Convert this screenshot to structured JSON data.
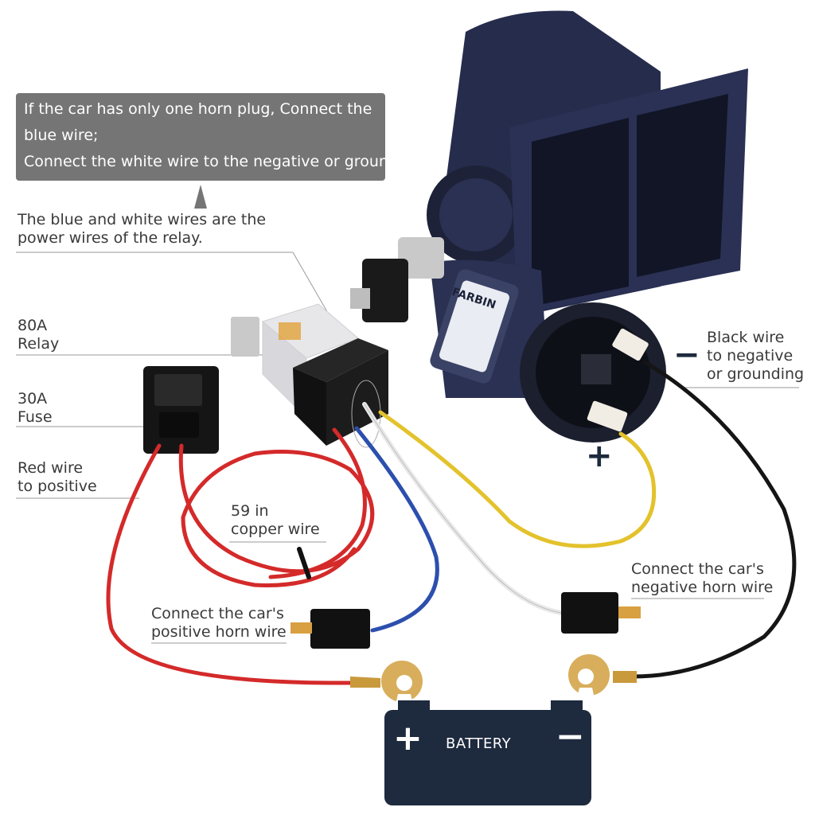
{
  "callout": {
    "line1": "If the car has only one horn plug, Connect the",
    "line2": "blue wire;",
    "line3": "Connect the white wire to the negative or ground."
  },
  "labels": {
    "relay_power_1": "The blue and white wires are the",
    "relay_power_2": "power wires of the relay.",
    "relay_1": "80A",
    "relay_2": "Relay",
    "fuse_1": "30A",
    "fuse_2": "Fuse",
    "red_1": "Red wire",
    "red_2": "to positive",
    "copper_1": "59 in",
    "copper_2": "copper wire",
    "positive_horn_1": "Connect the car's",
    "positive_horn_2": "positive horn wire",
    "negative_horn_1": "Connect the car's",
    "negative_horn_2": "negative horn wire",
    "black_1": "Black wire",
    "black_2": "to negative",
    "black_3": "or grounding"
  },
  "horn_brand": "FARBIN",
  "battery": {
    "label": "BATTERY",
    "plus": "+",
    "minus": "−"
  },
  "horn_terminals": {
    "plus": "+",
    "minus": "−"
  },
  "colors": {
    "red_wire": "#d42a2a",
    "blue_wire": "#2c4fae",
    "white_wire": "#eeeeee",
    "yellow_wire": "#e3c22c",
    "black_wire": "#151515",
    "horn_body": "#222a4a",
    "battery": "#1e2a3e",
    "callout_bg": "#757575"
  }
}
